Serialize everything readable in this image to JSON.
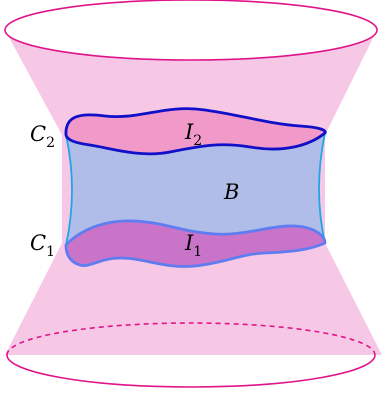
{
  "labels": {
    "c2": {
      "base": "C",
      "sub": "2"
    },
    "c1": {
      "base": "C",
      "sub": "1"
    },
    "i2": {
      "base": "I",
      "sub": "2"
    },
    "i1": {
      "base": "I",
      "sub": "1"
    },
    "b": "B"
  },
  "colors": {
    "cone_fill": "#f7c8e6",
    "ellipse_stroke": "#e0148a",
    "band_fill": "#b0bde8",
    "band_side_stroke": "#1fa6e6",
    "top_region_fill": "#f199c9",
    "top_region_stroke": "#1010c8",
    "bottom_region_fill": "#c973c9",
    "bottom_region_stroke": "#5f7df0"
  }
}
